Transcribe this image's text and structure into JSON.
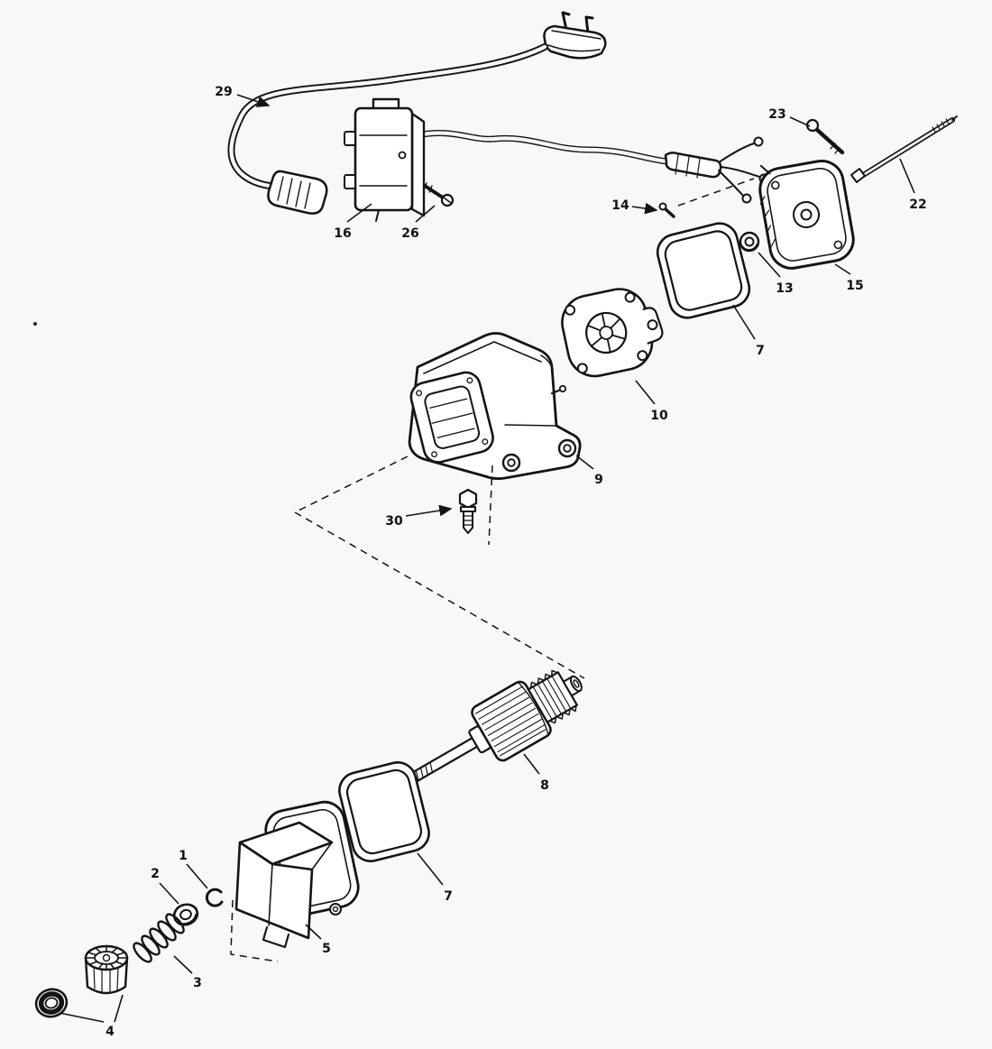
{
  "diagram": {
    "type": "exploded-parts-diagram",
    "colors": {
      "ink": "#141414",
      "paper": "#f8f8f8",
      "part_fill": "#ffffff"
    },
    "callouts": [
      {
        "label": "29"
      },
      {
        "label": "23"
      },
      {
        "label": "22"
      },
      {
        "label": "16"
      },
      {
        "label": "26"
      },
      {
        "label": "14"
      },
      {
        "label": "13"
      },
      {
        "label": "15"
      },
      {
        "label": "7"
      },
      {
        "label": "10"
      },
      {
        "label": "9"
      },
      {
        "label": "30"
      },
      {
        "label": "8"
      },
      {
        "label": "7"
      },
      {
        "label": "1"
      },
      {
        "label": "2"
      },
      {
        "label": "5"
      },
      {
        "label": "3"
      },
      {
        "label": "4"
      }
    ]
  }
}
